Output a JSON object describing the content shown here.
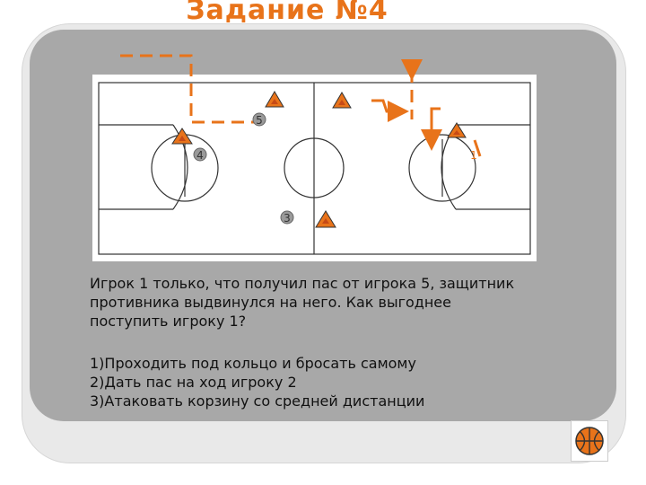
{
  "slide": {
    "title": "Задание №4"
  },
  "diagram": {
    "player_labels": [
      "5",
      "4",
      "3",
      "1"
    ]
  },
  "question": {
    "text_lines": [
      "Игрок 1 только, что получил пас от игрока 5, защитник",
      "противника выдвинулся на него. Как выгоднее",
      "поступить игроку 1?"
    ],
    "options": [
      "1)Проходить под кольцо и бросать самому",
      "2)Дать пас на ход игроку 2",
      "3)Атаковать корзину со средней дистанции"
    ]
  },
  "colors": {
    "accent": "#e8731a",
    "defender_fill": "#e8731a",
    "defender_center": "#c64a16",
    "player_circle": "#9a9a9a",
    "frame_gray": "#a8a8a8"
  },
  "icons": {
    "nav": "basketball-icon"
  }
}
